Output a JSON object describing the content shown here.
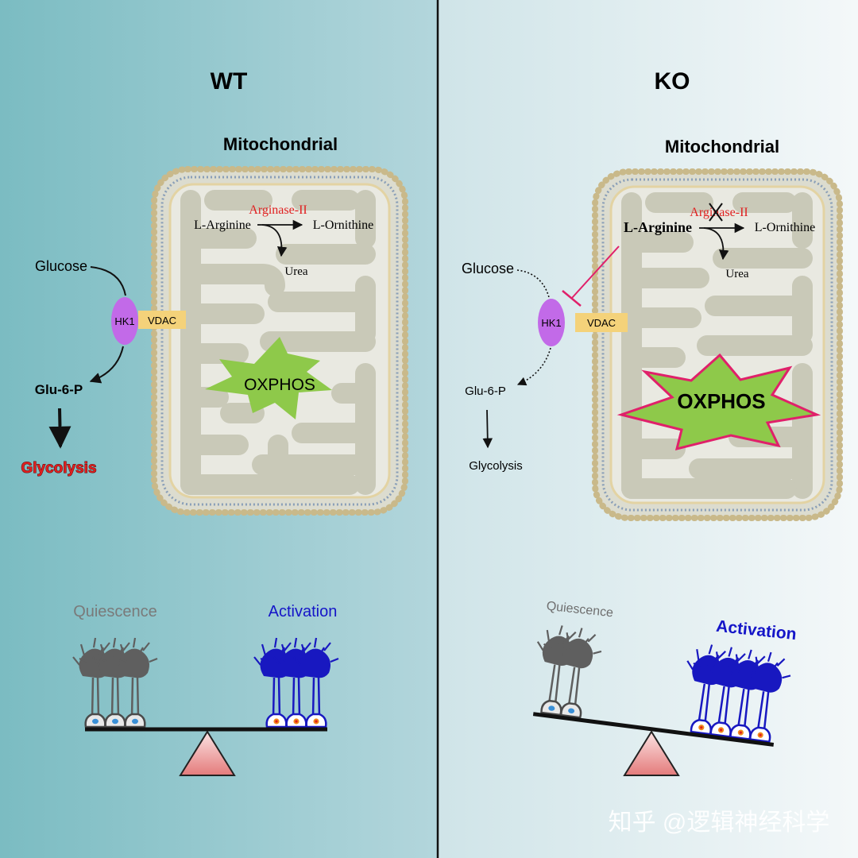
{
  "colors": {
    "left_bg_start": "#7bbcc2",
    "left_bg_end": "#b3d6dc",
    "right_bg_start": "#cfe4e8",
    "right_bg_end": "#f2f7f8",
    "mito_fill": "#e9e9e1",
    "cristae": "#c9c9b8",
    "membrane_bead": "#e3d3a3",
    "membrane_line": "#8a9fb8",
    "hk1": "#c26ae8",
    "vdac": "#f4d27a",
    "oxphos_fill": "#8ec94a",
    "oxphos_border": "#e0206a",
    "red_text": "#e02020",
    "quiescence_color": "#7a7a7a",
    "activation_color": "#1515c8",
    "inhibition": "#e0206a"
  },
  "wt": {
    "title": "WT",
    "mito_title": "Mitochondrial",
    "enzyme": "Arginase-II",
    "arginine": "L-Arginine",
    "ornithine": "L-Ornithine",
    "urea": "Urea",
    "oxphos": "OXPHOS",
    "glucose": "Glucose",
    "hk1": "HK1",
    "vdac": "VDAC",
    "glu6p": "Glu-6-P",
    "glycolysis": "Glycolysis",
    "quiescence": "Quiescence",
    "activation": "Activation"
  },
  "ko": {
    "title": "KO",
    "mito_title": "Mitochondrial",
    "enzyme": "Arginase-II",
    "arginine": "L-Arginine",
    "ornithine": "L-Ornithine",
    "urea": "Urea",
    "oxphos": "OXPHOS",
    "glucose": "Glucose",
    "hk1": "HK1",
    "vdac": "VDAC",
    "glu6p": "Glu-6-P",
    "glycolysis": "Glycolysis",
    "quiescence": "Quiescence",
    "activation": "Activation"
  },
  "watermark": "知乎 @逻辑神经科学"
}
